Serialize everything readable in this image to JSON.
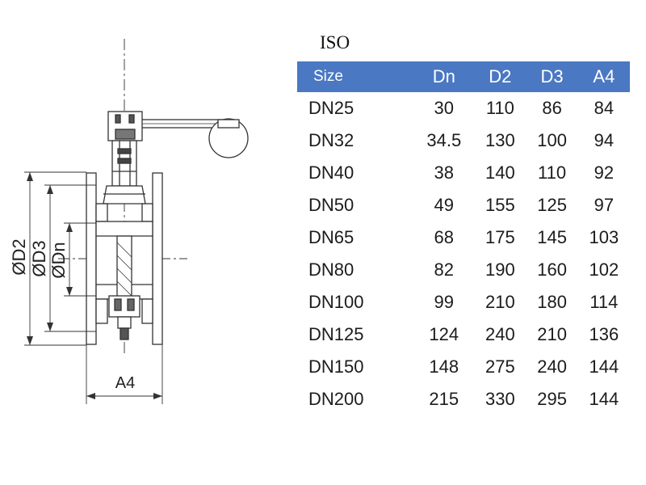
{
  "diagram": {
    "labels": {
      "d2": "ØD2",
      "d3": "ØD3",
      "dn": "ØDn",
      "a4": "A4"
    }
  },
  "table": {
    "title": "ISO",
    "header_color": "#4a78c2",
    "headers": [
      "Size",
      "Dn",
      "D2",
      "D3",
      "A4"
    ],
    "rows": [
      [
        "DN25",
        "30",
        "110",
        "86",
        "84"
      ],
      [
        "DN32",
        "34.5",
        "130",
        "100",
        "94"
      ],
      [
        "DN40",
        "38",
        "140",
        "110",
        "92"
      ],
      [
        "DN50",
        "49",
        "155",
        "125",
        "97"
      ],
      [
        "DN65",
        "68",
        "175",
        "145",
        "103"
      ],
      [
        "DN80",
        "82",
        "190",
        "160",
        "102"
      ],
      [
        "DN100",
        "99",
        "210",
        "180",
        "114"
      ],
      [
        "DN125",
        "124",
        "240",
        "210",
        "136"
      ],
      [
        "DN150",
        "148",
        "275",
        "240",
        "144"
      ],
      [
        "DN200",
        "215",
        "330",
        "295",
        "144"
      ]
    ]
  }
}
